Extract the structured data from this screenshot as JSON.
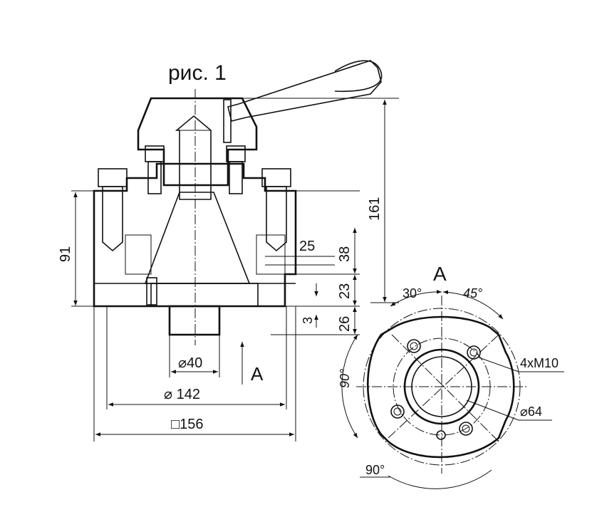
{
  "figure": {
    "caption": "рис. 1",
    "view_marker": "A",
    "section_marker": "A"
  },
  "dimensions": {
    "height_total": "161",
    "height_flange_zone": "91",
    "seat_height": "38",
    "step": "25",
    "d23": "23",
    "d26": "26",
    "d3": "3",
    "bore": "⌀40",
    "flange_dia": "⌀ 142",
    "square": "□156",
    "pcd": "⌀64",
    "thread": "4xM10"
  },
  "angles": {
    "a30": "30°",
    "a45": "45°",
    "a90_left": "90°",
    "a90_bottom": "90°"
  },
  "colors": {
    "line": "#111111",
    "paper": "#ffffff"
  }
}
